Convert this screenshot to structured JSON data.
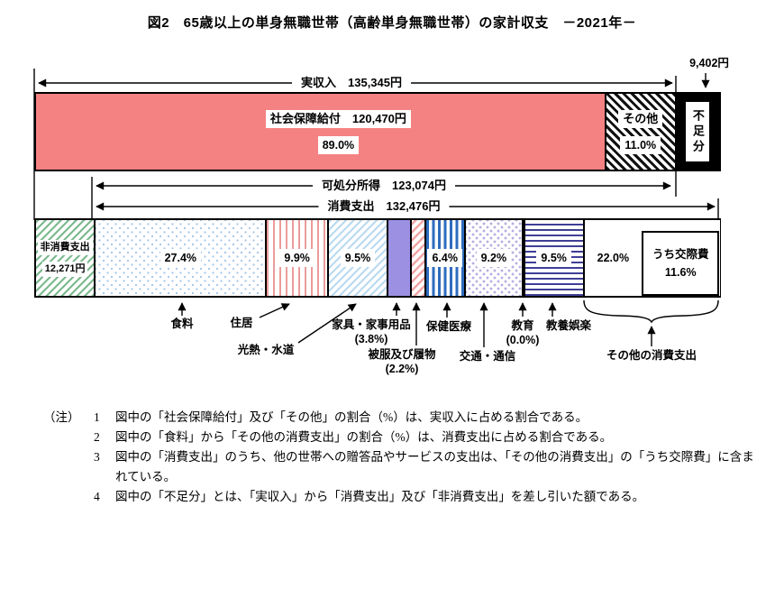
{
  "page": {
    "title": "図2　65歳以上の単身無職世帯（高齢単身無職世帯）の家計収支　－2021年－"
  },
  "income_bar": {
    "arrow_label": "実収入　135,345円",
    "social_security": "社会保障給付　120,470円",
    "social_security_pct": "89.0%",
    "other": "その他",
    "other_pct": "11.0%",
    "shortfall": "不足分",
    "shortfall_amount": "9,402円"
  },
  "arrows": {
    "disposable": "可処分所得　123,074円",
    "consumption": "消費支出　132,476円"
  },
  "expense_bar": {
    "non_consumption": "非消費支出",
    "non_consumption_amount": "12,271円",
    "food_pct": "27.4%",
    "housing_pct": "9.9%",
    "utilities_pct": "9.5%",
    "medical_pct": "6.4%",
    "transport_pct": "9.2%",
    "culture_pct": "9.5%",
    "other_pct": "22.0%",
    "social_expenses": "うち交際費",
    "social_expenses_pct": "11.6%"
  },
  "callouts": {
    "food": "食料",
    "housing": "住居",
    "utilities": "光熱・水道",
    "furniture": "家具・家事用品",
    "furniture_pct": "(3.8%)",
    "clothing": "被服及び履物",
    "clothing_pct": "(2.2%)",
    "medical": "保健医療",
    "transport": "交通・通信",
    "education": "教育",
    "education_pct": "(0.0%)",
    "culture": "教養娯楽",
    "other": "その他の消費支出"
  },
  "notes": {
    "heading": "（注）",
    "items": [
      {
        "num": "1",
        "text": "図中の「社会保障給付」及び「その他」の割合（%）は、実収入に占める割合である。"
      },
      {
        "num": "2",
        "text": "図中の「食料」から「その他の消費支出」の割合（%）は、消費支出に占める割合である。"
      },
      {
        "num": "3",
        "text": "図中の「消費支出」のうち、他の世帯への贈答品やサービスの支出は、「その他の消費支出」の「うち交際費」に含まれている。"
      },
      {
        "num": "4",
        "text": "図中の「不足分」とは、「実収入」から「消費支出」及び「非消費支出」を差し引いた額である。"
      }
    ]
  },
  "colors": {
    "social_security_fill": "#F58282",
    "furniture_fill": "#9B90E2",
    "shortfall_fill": "#000000",
    "non_consumption_hatch": "#7CB98D",
    "medical_stripe": "#2E6CBE",
    "culture_stripe": "#3F3F97"
  },
  "chart_data": {
    "type": "bar",
    "title": "図2　65歳以上の単身無職世帯（高齢単身無職世帯）の家計収支 －2021年－",
    "year": "2021",
    "unit": "円",
    "income": {
      "real_income_yen": 135345,
      "social_security_benefit_yen": 120470,
      "social_security_pct_of_real_income": 89.0,
      "other_income_pct_of_real_income": 11.0,
      "disposable_income_yen": 123074,
      "shortfall_yen": 9402
    },
    "expenditure": {
      "non_consumption_yen": 12271,
      "consumption_yen": 132476,
      "categories": [
        {
          "name": "食料",
          "pct_of_consumption": 27.4
        },
        {
          "name": "住居",
          "pct_of_consumption": 9.9
        },
        {
          "name": "光熱・水道",
          "pct_of_consumption": 9.5
        },
        {
          "name": "家具・家事用品",
          "pct_of_consumption": 3.8
        },
        {
          "name": "被服及び履物",
          "pct_of_consumption": 2.2
        },
        {
          "name": "保健医療",
          "pct_of_consumption": 6.4
        },
        {
          "name": "交通・通信",
          "pct_of_consumption": 9.2
        },
        {
          "name": "教育",
          "pct_of_consumption": 0.0
        },
        {
          "name": "教養娯楽",
          "pct_of_consumption": 9.5
        },
        {
          "name": "その他の消費支出",
          "pct_of_consumption": 22.0,
          "of_which_social_expenses_pct": 11.6
        }
      ]
    }
  }
}
